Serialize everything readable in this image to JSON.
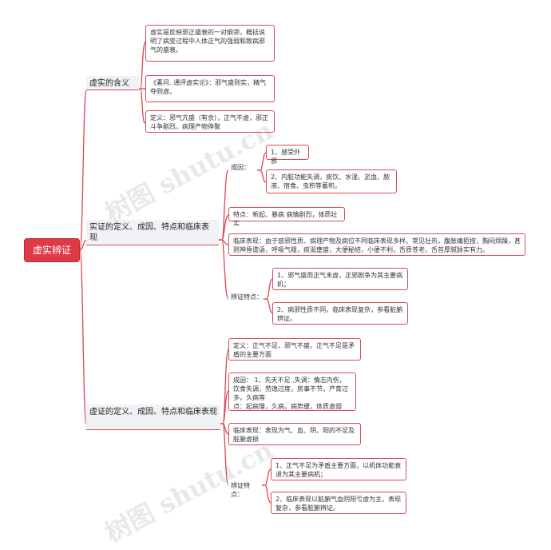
{
  "root": "虚实辨证",
  "watermark": "树图 shutu.cn",
  "colors": {
    "accent": "#d94a55",
    "root_fill": "#de3b46"
  },
  "branches": [
    {
      "label": "虚实的含义",
      "children": [
        {
          "text": "虚实是反映邪正盛衰的一对纲领，概括说明了病变过程中人体正气的强弱和致病邪气的盛衰。"
        },
        {
          "text": "《素问. 通评虚实论》：邪气盛则实，精气夺则虚。"
        },
        {
          "text": "定义：邪气亢盛（有余），正气不虚，邪正斗争剧烈，病理产物停聚"
        }
      ]
    },
    {
      "label": "实证的定义、成因、特点和临床表现",
      "children": [
        {
          "label": "成因：",
          "children": [
            {
              "text": "1、感受外邪"
            },
            {
              "text": "2、内脏功能失调，痰饮、水湿、淤血、脓液、宿食、虫积等蓄积。"
            }
          ]
        },
        {
          "text": "特点：新起、暴病 病情剧烈，体质壮实"
        },
        {
          "text": "临床表现：由于感邪性质、病理产物及病位不同临床表现多样。常见壮热，腹胀痛拒按，胸闷烦躁，甚则神昏谵语，呼吸气粗，痰涎壅盛，大便秘结，小便不利，舌质苍老，舌苔厚腻脉实有力。"
        },
        {
          "label": "辨证特点：",
          "children": [
            {
              "text": "1、邪气盛而正气未虚，正邪剧争为其主要病机；"
            },
            {
              "text": "2、病邪性质不同，临床表现复杂，参看脏腑辨证。"
            }
          ]
        }
      ]
    },
    {
      "label": "虚证的定义、成因、特点和临床表现",
      "children": [
        {
          "text": "定义：正气不足，邪气不盛，正气不足是矛盾的主要方面"
        },
        {
          "text": "成因： 1、先天不足 ,失调：情志内伤，饮食失调，劳逸过度，房事不节，产育过多，久病等\n点：起病慢，久病，病势缓，体质虚弱"
        },
        {
          "text": "临床表现：表现为气、血、阴、阳的不足及脏腑虚损"
        },
        {
          "label": "辨证特点：",
          "children": [
            {
              "text": "1、正气不足为矛盾主要方面，以机体功能衰退为其主要病机；"
            },
            {
              "text": "2、临床表现以脏腑气血阴阳亏虚为主，表现复杂，参看脏腑辨证。"
            }
          ]
        }
      ]
    }
  ]
}
